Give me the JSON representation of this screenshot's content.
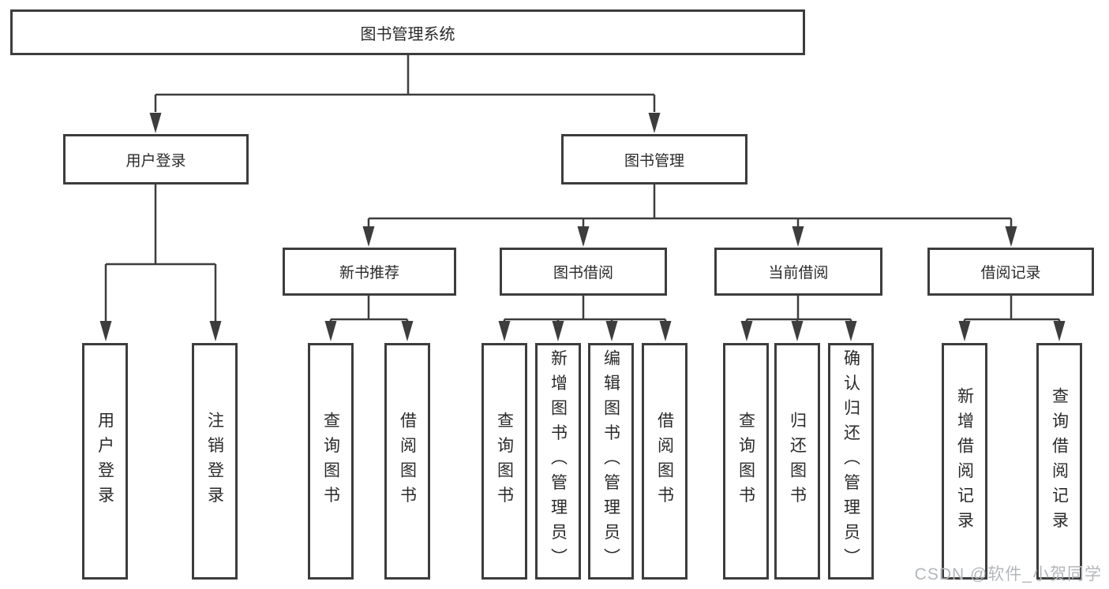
{
  "colors": {
    "line": "#3d3d3d",
    "box_border": "#3d3d3d",
    "text": "#2a2a2a",
    "watermark": "#b3b7bb",
    "background": "#ffffff"
  },
  "watermark": "CSDN @软件_小贺同学",
  "tree": {
    "root": {
      "label": "图书管理系统"
    },
    "branches": [
      {
        "label": "用户登录",
        "children": [
          {
            "label": "用户登录"
          },
          {
            "label": "注销登录"
          }
        ]
      },
      {
        "label": "图书管理",
        "children": [
          {
            "label": "新书推荐",
            "children": [
              {
                "label": "查询图书"
              },
              {
                "label": "借阅图书"
              }
            ]
          },
          {
            "label": "图书借阅",
            "children": [
              {
                "label": "查询图书"
              },
              {
                "label": "新增图书（管理员）"
              },
              {
                "label": "编辑图书（管理员）"
              },
              {
                "label": "借阅图书"
              }
            ]
          },
          {
            "label": "当前借阅",
            "children": [
              {
                "label": "查询图书"
              },
              {
                "label": "归还图书"
              },
              {
                "label": "确认归还（管理员）"
              }
            ]
          },
          {
            "label": "借阅记录",
            "children": [
              {
                "label": "新增借阅记录"
              },
              {
                "label": "查询借阅记录"
              }
            ]
          }
        ]
      }
    ]
  }
}
